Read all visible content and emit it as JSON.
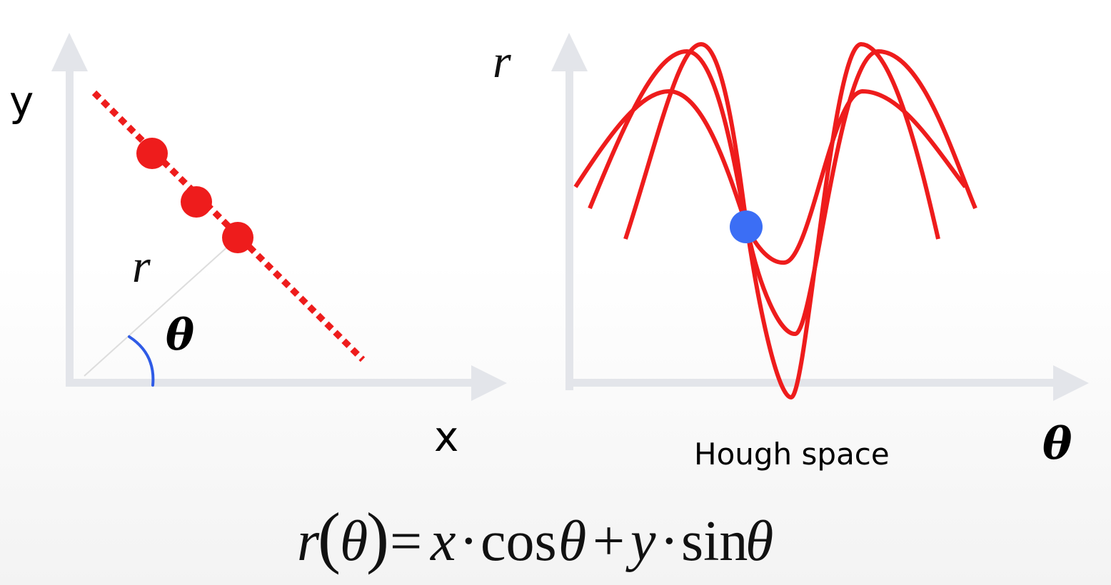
{
  "colors": {
    "axis": "#e3e5ea",
    "line": "#ee1c1c",
    "point": "#ee1c1c",
    "intersection": "#3b6ef5",
    "angle_arc": "#2f5be6",
    "radius_line": "#dddddd"
  },
  "image_space": {
    "x_label": "x",
    "y_label": "y",
    "r_label": "r",
    "theta_label": "θ",
    "point_count": 3
  },
  "hough_space": {
    "caption": "Hough space",
    "r_label": "r",
    "theta_label": "θ",
    "curve_count": 3
  },
  "formula": {
    "lhs": "r",
    "lparen": "(",
    "arg": "θ",
    "rparen": ")",
    "eq": "=",
    "x": "x",
    "dot1": "·",
    "cos": "cos",
    "theta1": "θ",
    "plus": "+",
    "y": "y",
    "dot2": "·",
    "sin": "sin",
    "theta2": "θ"
  }
}
